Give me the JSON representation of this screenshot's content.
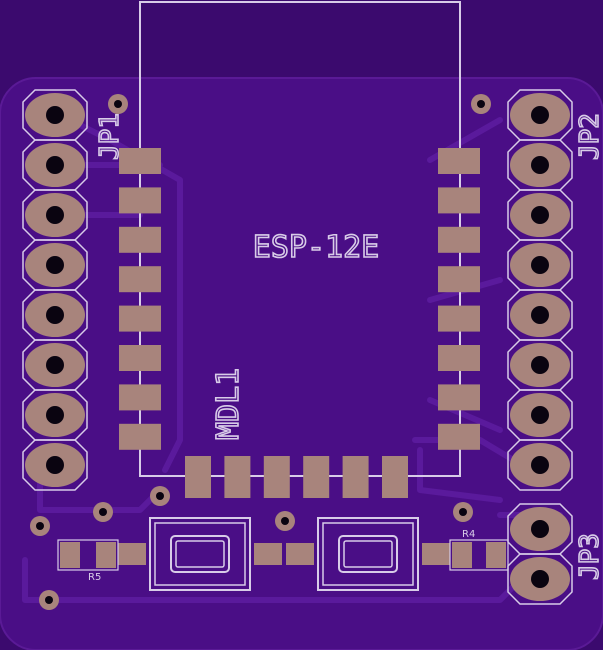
{
  "colors": {
    "background": "#3b0a6e",
    "board": "#4a0e86",
    "copper": "#55138f",
    "pad": "#a8847c",
    "hole": "#0a0410",
    "silkscreen": "#d8cce8"
  },
  "labels": {
    "module": "ESP-12E",
    "module_ref": "MDL1",
    "header_left": "JP1",
    "header_right": "JP2",
    "header_bottom": "JP3",
    "resistor_left": "R5",
    "resistor_right": "R4"
  },
  "components": {
    "jp1_pins": 8,
    "jp2_pins": 8,
    "jp3_pins": 2,
    "module_left_pads": 8,
    "module_right_pads": 8,
    "module_bottom_pads": 6,
    "buttons": 2
  }
}
